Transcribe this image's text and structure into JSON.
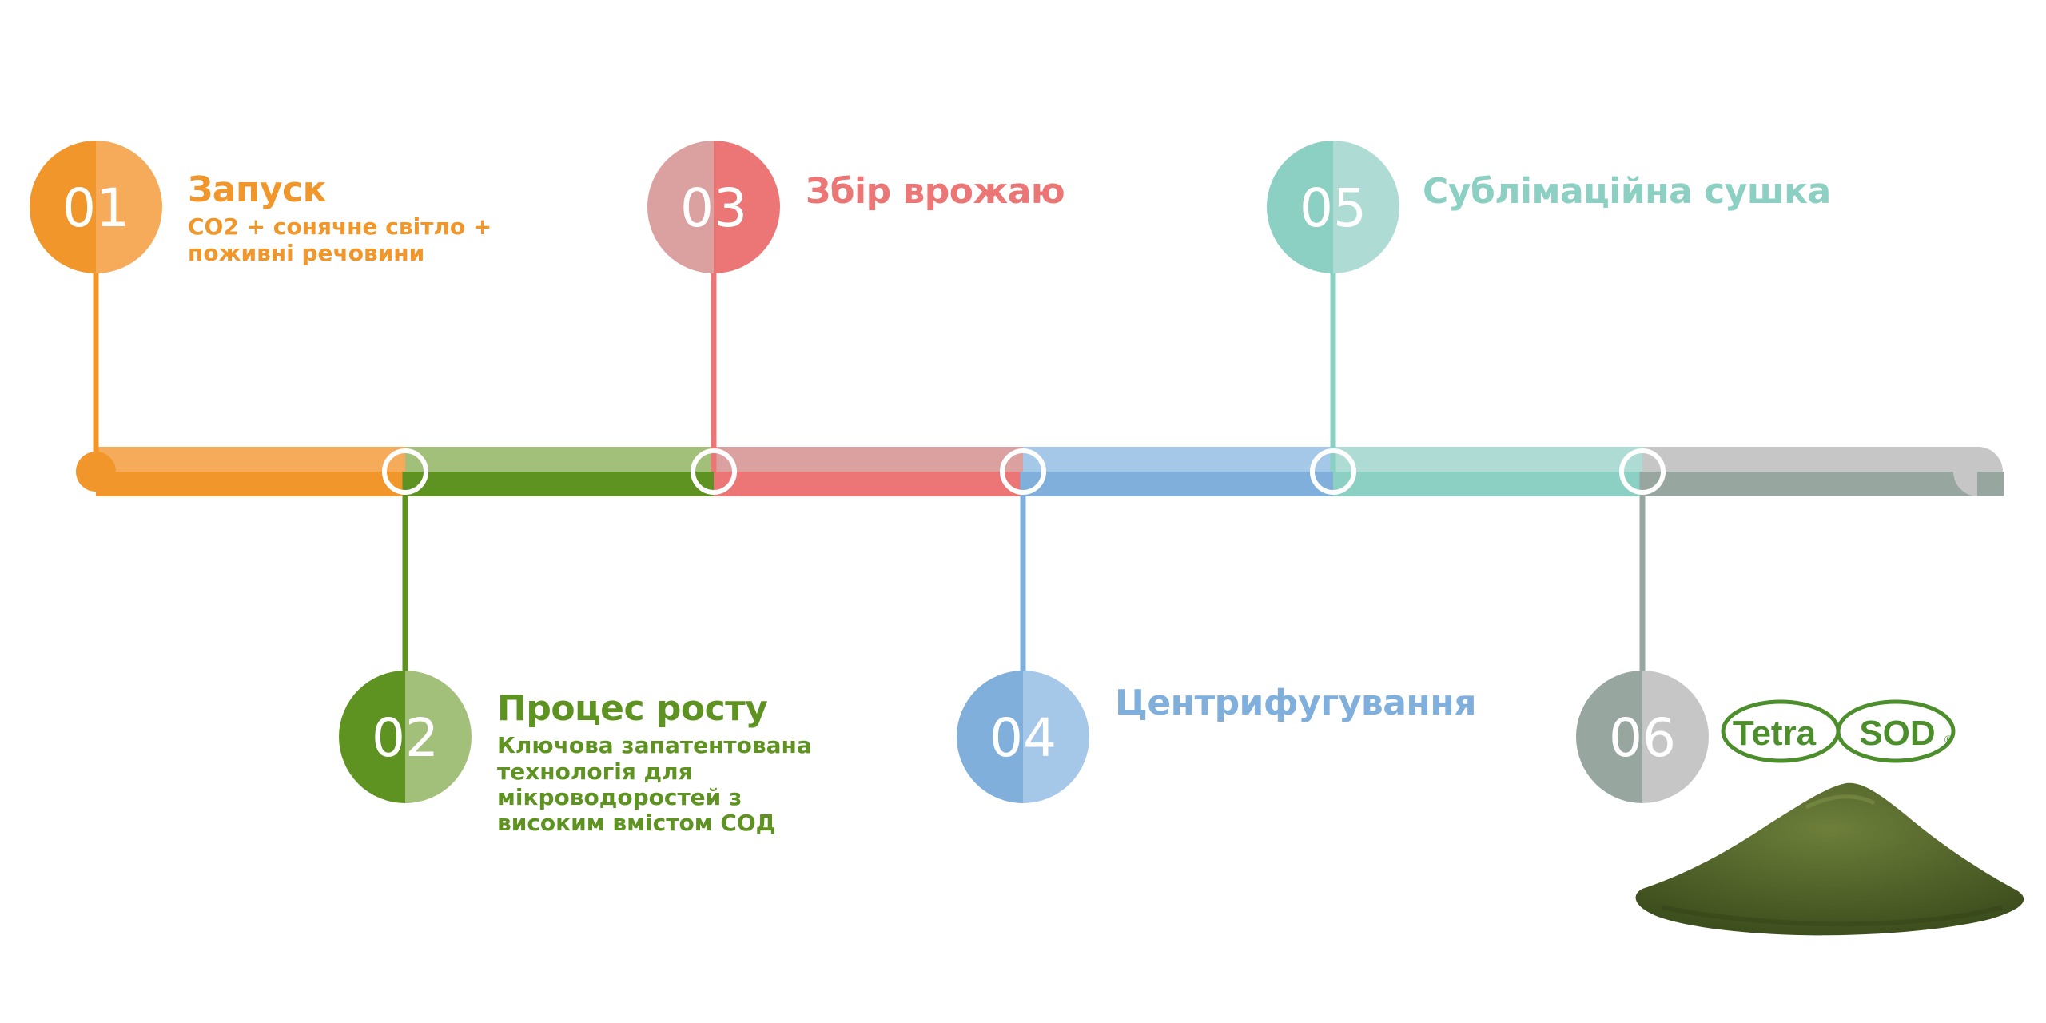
{
  "steps": [
    {
      "number": "01",
      "title": "Запуск",
      "description": [
        "CO2 + сонячне світло +",
        "поживні речовини"
      ],
      "color_dark": "#f0962a",
      "color_light": "#f6ab5a"
    },
    {
      "number": "02",
      "title": "Процес росту",
      "description": [
        "Ключова запатентована",
        "технологія для",
        "мікроводоростей з",
        "високим вмістом СОД"
      ],
      "color_dark": "#5e9322",
      "color_light": "#a3c07b"
    },
    {
      "number": "03",
      "title": "Збір врожаю",
      "description": [],
      "color_dark": "#ec7676",
      "color_light": "#dba0a0"
    },
    {
      "number": "04",
      "title": "Центрифугування",
      "description": [],
      "color_dark": "#80afdb",
      "color_light": "#a5c7e8"
    },
    {
      "number": "05",
      "title": "Сублімаційна сушка",
      "description": [],
      "color_dark": "#8ccfc3",
      "color_light": "#aedcd4"
    },
    {
      "number": "06",
      "title": "",
      "description": [],
      "color_dark": "#98a6a0",
      "color_light": "#c6c6c6"
    }
  ],
  "logo": {
    "text_left": "Tetra",
    "text_right": "SOD",
    "mark": "®",
    "color": "#4c8e2b"
  },
  "colors": {
    "powder_dark": "#3e4f1e",
    "powder_light": "#6d7f3a"
  }
}
